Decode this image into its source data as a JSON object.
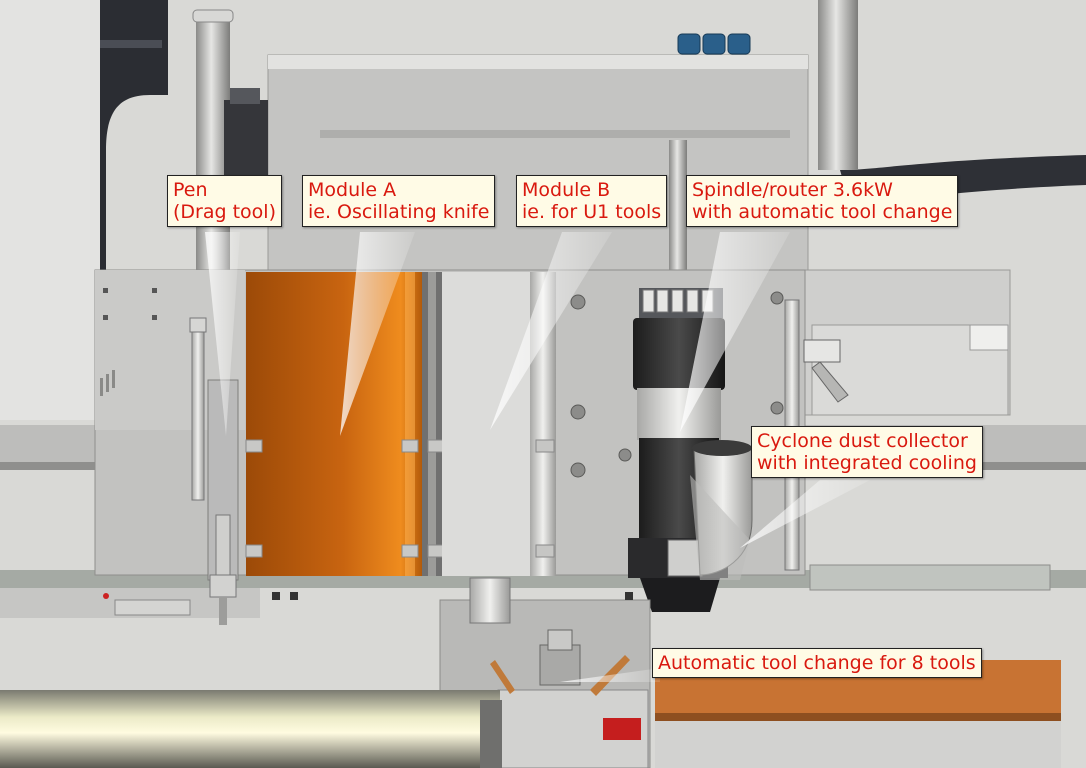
{
  "labels": {
    "pen": "Pen\n(Drag tool)",
    "module_a": "Module A\nie. Oscillating knife",
    "module_b": "Module B\nie. for U1 tools",
    "spindle": "Spindle/router 3.6kW\nwith automatic tool change",
    "cyclone": "Cyclone dust collector\nwith integrated cooling",
    "tool_change": "Automatic tool change for 8 tools"
  },
  "colors": {
    "module_a": "#c96a12",
    "label_text": "#d9190f",
    "label_bg": "#fffbe6",
    "rail_orange": "#c87333"
  }
}
